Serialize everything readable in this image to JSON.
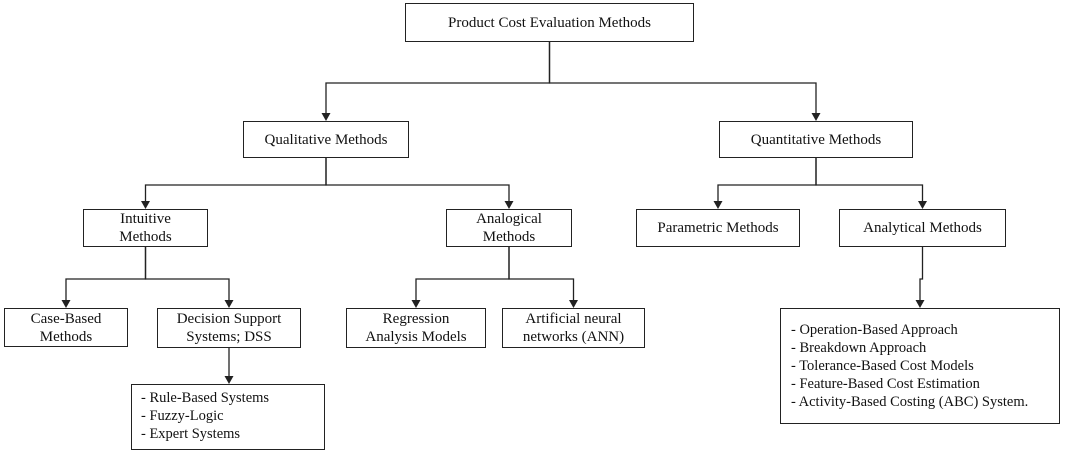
{
  "nodes": {
    "root": "Product Cost Evaluation Methods",
    "qualitative": "Qualitative Methods",
    "quantitative": "Quantitative Methods",
    "intuitive": "Intuitive\nMethods",
    "analogical": "Analogical\nMethods",
    "parametric": "Parametric Methods",
    "analytical": "Analytical Methods",
    "case_based": "Case-Based\nMethods",
    "dss": "Decision Support\nSystems; DSS",
    "regression": "Regression\nAnalysis Models",
    "ann": "Artificial neural\nnetworks (ANN)"
  },
  "dss_list": [
    "- Rule-Based Systems",
    "- Fuzzy-Logic",
    "- Expert Systems"
  ],
  "analytical_list": [
    "- Operation-Based Approach",
    "- Breakdown Approach",
    "- Tolerance-Based Cost Models",
    "- Feature-Based Cost Estimation",
    "- Activity-Based Costing (ABC) System."
  ],
  "edges": [
    {
      "from": "root",
      "to": "qualitative"
    },
    {
      "from": "root",
      "to": "quantitative"
    },
    {
      "from": "qualitative",
      "to": "intuitive"
    },
    {
      "from": "qualitative",
      "to": "analogical"
    },
    {
      "from": "quantitative",
      "to": "parametric"
    },
    {
      "from": "quantitative",
      "to": "analytical"
    },
    {
      "from": "intuitive",
      "to": "case_based"
    },
    {
      "from": "intuitive",
      "to": "dss"
    },
    {
      "from": "analogical",
      "to": "regression"
    },
    {
      "from": "analogical",
      "to": "ann"
    },
    {
      "from": "dss",
      "to": "dss_list"
    },
    {
      "from": "analytical",
      "to": "analytical_list"
    }
  ]
}
